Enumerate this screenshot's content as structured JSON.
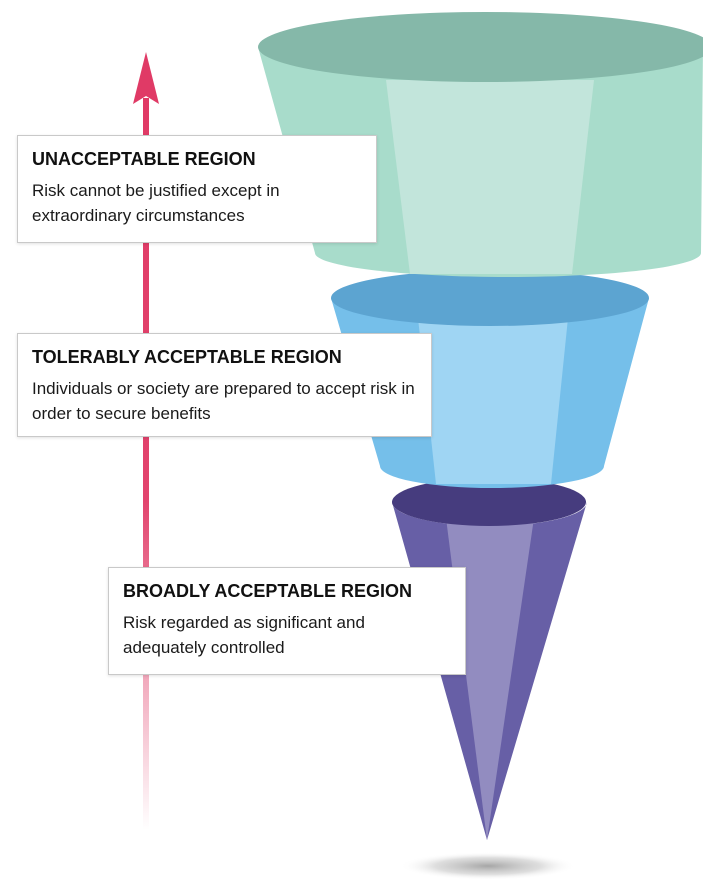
{
  "regions": [
    {
      "title": "UNACCEPTABLE REGION",
      "description": "Risk cannot be justified except in extraordinary circumstances"
    },
    {
      "title": "TOLERABLY ACCEPTABLE REGION",
      "description": "Individuals or society are prepared to accept risk in order to secure benefits"
    },
    {
      "title": "BROADLY ACCEPTABLE REGION",
      "description": "Risk regarded as significant and adequately controlled"
    }
  ],
  "colors": {
    "arrow": "#e03a66",
    "unacceptable_top": "#85b8a9",
    "unacceptable_body": "#a8dccb",
    "unacceptable_highlight": "#c2e5db",
    "tolerable_top": "#5ca4d1",
    "tolerable_body": "#75bfea",
    "tolerable_highlight": "#9fd5f3",
    "broad_top": "#463c7e",
    "broad_body": "#675fa6",
    "broad_highlight": "#928cc0"
  }
}
